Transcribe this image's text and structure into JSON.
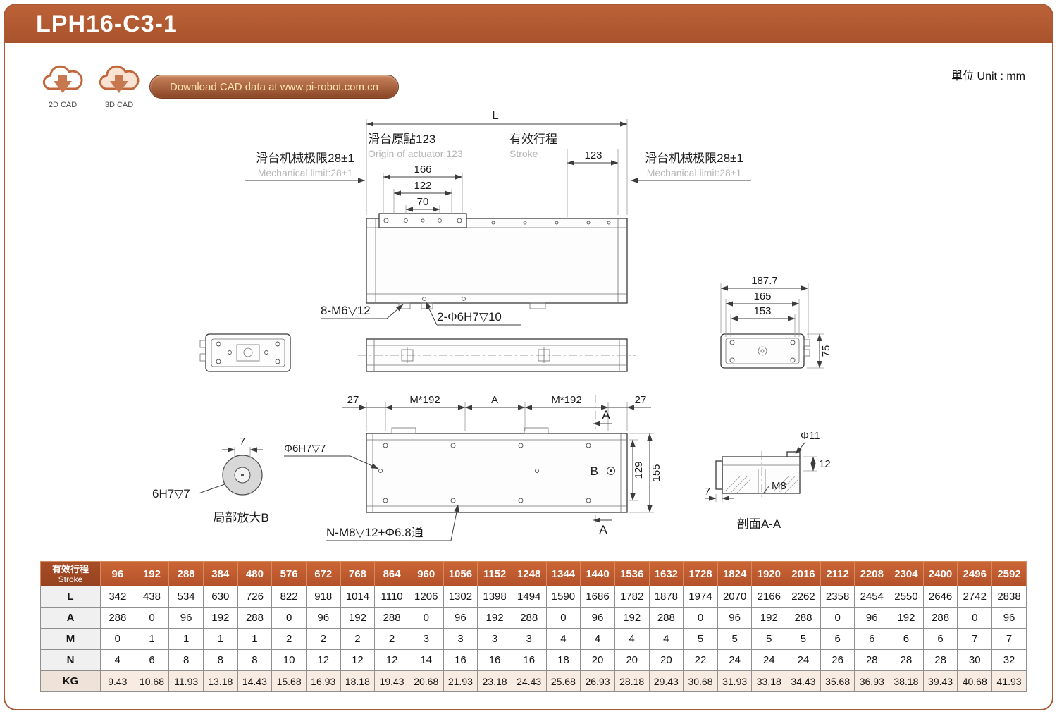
{
  "page": {
    "title": "LPH16-C3-1",
    "unit_label": "單位 Unit : mm"
  },
  "cad": {
    "label_2d": "2D CAD",
    "label_3d": "3D CAD",
    "download_label": "Download CAD data at www.pi-robot.com.cn"
  },
  "drawing": {
    "top_view": {
      "dim_L": "L",
      "origin_cn": "滑台原點123",
      "origin_en": "Origin of actuator:123",
      "stroke_cn": "有效行程",
      "stroke_en": "Stroke",
      "dim_123": "123",
      "mech_limit_cn": "滑台机械极限28±1",
      "mech_limit_en": "Mechanical limit:28±1",
      "dim_166": "166",
      "dim_122": "122",
      "dim_70": "70",
      "callout_8m6": "8-M6▽12",
      "callout_2phi6": "2-Φ6H7▽10"
    },
    "right_view": {
      "dim_187_7": "187.7",
      "dim_165": "165",
      "dim_153": "153",
      "dim_75": "75"
    },
    "bottom_view": {
      "dim_27_left": "27",
      "dim_m192_left": "M*192",
      "dim_a": "A",
      "dim_m192_right": "M*192",
      "dim_27_right": "27",
      "callout_phi6h7": "Φ6H7▽7",
      "label_b": "B",
      "dim_129": "129",
      "dim_155": "155",
      "callout_nm8": "N-M8▽12+Φ6.8通",
      "section_a_top": "A",
      "section_a_bottom": "A"
    },
    "detail_b": {
      "dim_7": "7",
      "callout_6h7": "6H7▽7",
      "title": "局部放大B"
    },
    "section_aa": {
      "dim_phi11": "Φ11",
      "dim_12": "12",
      "label_m8": "M8",
      "dim_7": "7",
      "title": "剖面A-A"
    }
  },
  "table": {
    "header_cn": "有效行程",
    "header_en": "Stroke",
    "strokes": [
      96,
      192,
      288,
      384,
      480,
      576,
      672,
      768,
      864,
      960,
      1056,
      1152,
      1248,
      1344,
      1440,
      1536,
      1632,
      1728,
      1824,
      1920,
      2016,
      2112,
      2208,
      2304,
      2400,
      2496,
      2592
    ],
    "rows": [
      {
        "label": "L",
        "values": [
          342,
          438,
          534,
          630,
          726,
          822,
          918,
          1014,
          1110,
          1206,
          1302,
          1398,
          1494,
          1590,
          1686,
          1782,
          1878,
          1974,
          2070,
          2166,
          2262,
          2358,
          2454,
          2550,
          2646,
          2742,
          2838
        ]
      },
      {
        "label": "A",
        "values": [
          288,
          0,
          96,
          192,
          288,
          0,
          96,
          192,
          288,
          0,
          96,
          192,
          288,
          0,
          96,
          192,
          288,
          0,
          96,
          192,
          288,
          0,
          96,
          192,
          288,
          0,
          96
        ]
      },
      {
        "label": "M",
        "values": [
          0,
          1,
          1,
          1,
          1,
          2,
          2,
          2,
          2,
          3,
          3,
          3,
          3,
          4,
          4,
          4,
          4,
          5,
          5,
          5,
          5,
          6,
          6,
          6,
          6,
          7,
          7
        ]
      },
      {
        "label": "N",
        "values": [
          4,
          6,
          8,
          8,
          8,
          10,
          12,
          12,
          12,
          14,
          16,
          16,
          16,
          18,
          20,
          20,
          20,
          22,
          24,
          24,
          24,
          26,
          28,
          28,
          28,
          30,
          32
        ]
      },
      {
        "label": "KG",
        "values": [
          9.43,
          10.68,
          11.93,
          13.18,
          14.43,
          15.68,
          16.93,
          18.18,
          19.43,
          20.68,
          21.93,
          23.18,
          24.43,
          25.68,
          26.93,
          28.18,
          29.43,
          30.68,
          31.93,
          33.18,
          34.43,
          35.68,
          36.93,
          38.18,
          39.43,
          40.68,
          41.93
        ]
      }
    ]
  }
}
